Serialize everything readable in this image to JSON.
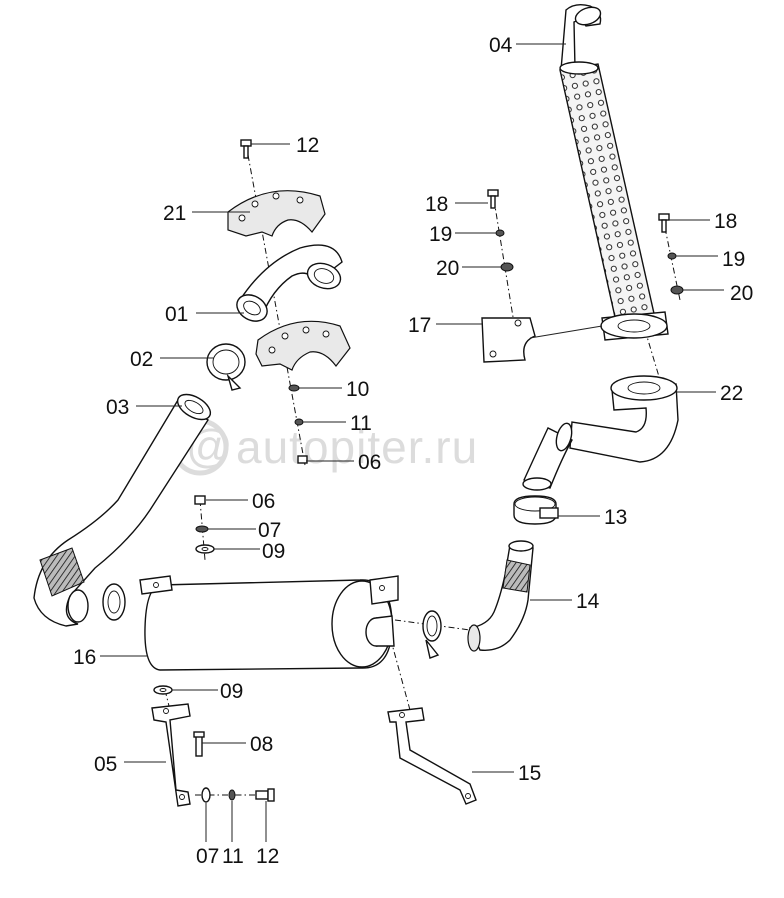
{
  "watermark": {
    "text": "autopiter.ru"
  },
  "callouts": [
    {
      "id": "12",
      "text": "12"
    },
    {
      "id": "21",
      "text": "21"
    },
    {
      "id": "01",
      "text": "01"
    },
    {
      "id": "02",
      "text": "02"
    },
    {
      "id": "03",
      "text": "03"
    },
    {
      "id": "10",
      "text": "10"
    },
    {
      "id": "11",
      "text": "11"
    },
    {
      "id": "06",
      "text": "06"
    },
    {
      "id": "06b",
      "text": "06"
    },
    {
      "id": "07",
      "text": "07"
    },
    {
      "id": "09",
      "text": "09"
    },
    {
      "id": "16",
      "text": "16"
    },
    {
      "id": "09b",
      "text": "09"
    },
    {
      "id": "08",
      "text": "08"
    },
    {
      "id": "05",
      "text": "05"
    },
    {
      "id": "07b",
      "text": "07"
    },
    {
      "id": "11b",
      "text": "11"
    },
    {
      "id": "12b",
      "text": "12"
    },
    {
      "id": "04",
      "text": "04"
    },
    {
      "id": "18",
      "text": "18"
    },
    {
      "id": "19",
      "text": "19"
    },
    {
      "id": "20",
      "text": "20"
    },
    {
      "id": "17",
      "text": "17"
    },
    {
      "id": "18b",
      "text": "18"
    },
    {
      "id": "19b",
      "text": "19"
    },
    {
      "id": "20b",
      "text": "20"
    },
    {
      "id": "22",
      "text": "22"
    },
    {
      "id": "13",
      "text": "13"
    },
    {
      "id": "14",
      "text": "14"
    },
    {
      "id": "15",
      "text": "15"
    }
  ]
}
